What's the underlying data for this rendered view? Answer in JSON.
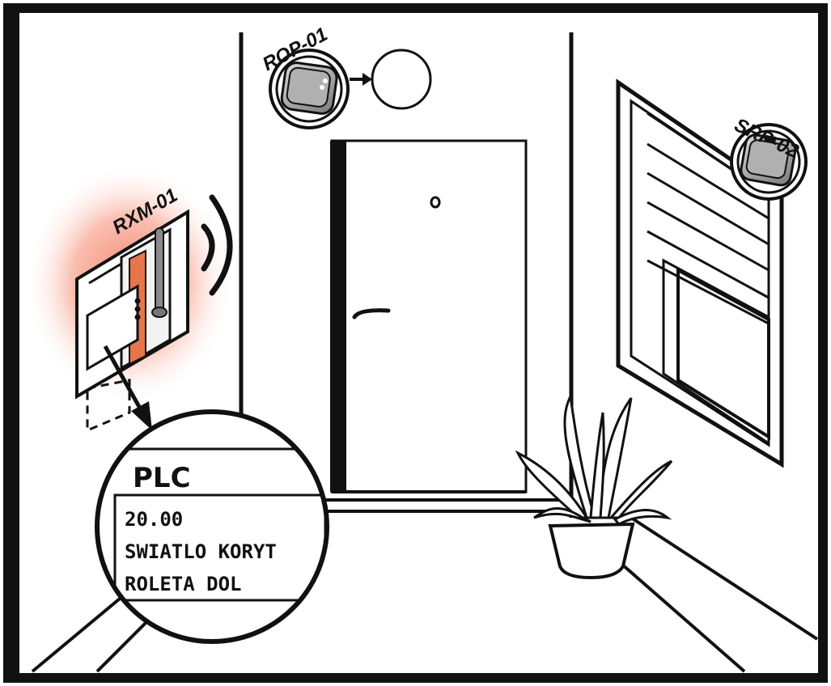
{
  "devices": {
    "receiver": {
      "label": "RXM-01",
      "icon": "radio-receiver-module-icon"
    },
    "light_switch": {
      "label": "ROP-01",
      "icon": "wireless-switch-icon"
    },
    "blind_controller": {
      "label": "SRP-02",
      "icon": "blind-controller-icon"
    }
  },
  "plc_display": {
    "title": "PLC",
    "lines": [
      "20.00",
      "SWIATLO KORYT",
      "ROLETA DOL"
    ]
  },
  "colors": {
    "outline": "#111111",
    "glow": "#f26a4f",
    "relay_orange": "#e8744a",
    "device_gray": "#8a8a8a",
    "background": "#ffffff"
  }
}
